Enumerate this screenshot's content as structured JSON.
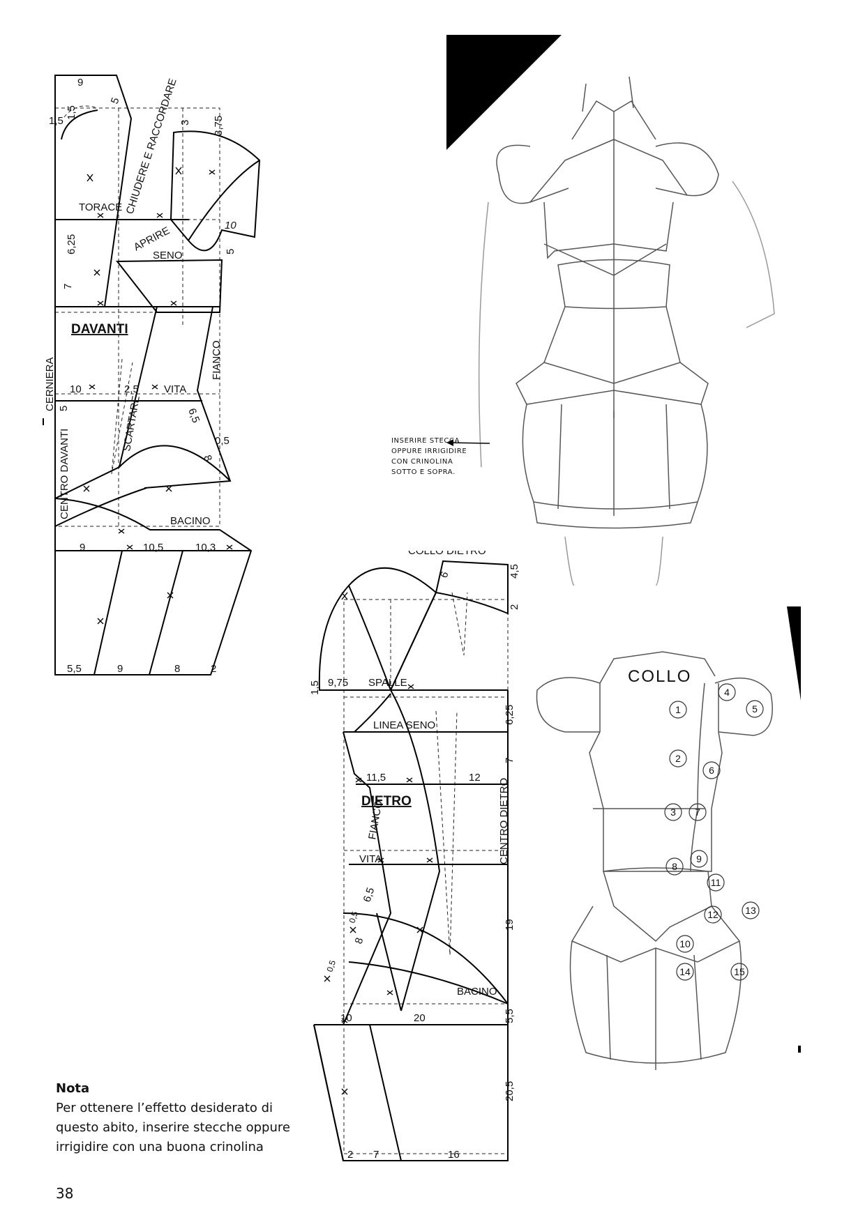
{
  "front_pattern": {
    "title": "DAVANTI",
    "labels": {
      "torace": "TORACE",
      "seno": "SENO",
      "aprire": "APRIRE",
      "chiudere": "CHIUDERE E RACCORDARE",
      "vita": "VITA",
      "scartare": "SCARTARE",
      "bacino": "BACINO",
      "fianco": "FIANCO",
      "cerniera": "CERNIERA",
      "centro": "CENTRO DAVANTI"
    },
    "measures": [
      "9",
      "5",
      "1,5",
      "1,5",
      "3",
      "3,75",
      "10",
      "6,25",
      "5",
      "7",
      "10",
      "2,5",
      "5",
      "6,5",
      "0,5",
      "8",
      "9",
      "10,5",
      "10,3",
      "5,5",
      "9",
      "8",
      "2"
    ]
  },
  "back_pattern": {
    "title": "DIETRO",
    "labels": {
      "collo": "COLLO DIETRO",
      "spalle": "SPALLE",
      "linea_seno": "LINEA SENO",
      "fianco": "FIANCO",
      "centro": "CENTRO DIETRO",
      "vita": "VITA",
      "bacino": "BACINO"
    },
    "measures": [
      "6",
      "4,5",
      "2",
      "1,5",
      "9,75",
      "6,25",
      "7",
      "11,5",
      "12",
      "6,5",
      "0,5",
      "8",
      "19",
      "0,5",
      "5,5",
      "10",
      "20",
      "20,5",
      "2",
      "7",
      "16"
    ]
  },
  "sketch_note": {
    "lines": [
      "INSERIRE STECCA",
      "OPPURE IRRIGIDIRE",
      "CON CRINOLINA",
      "SOTTO E SOPRA."
    ]
  },
  "back_sketch": {
    "collo": "COLLO",
    "panels": [
      "1",
      "2",
      "3",
      "4",
      "5",
      "6",
      "7",
      "8",
      "9",
      "10",
      "11",
      "12",
      "13",
      "14",
      "15"
    ]
  },
  "note": {
    "title": "Nota",
    "text": "Per ottenere l’effetto desiderato di questo abito, inserire stecche oppure irrigidire con una buona crinolina"
  },
  "page_number": "38"
}
